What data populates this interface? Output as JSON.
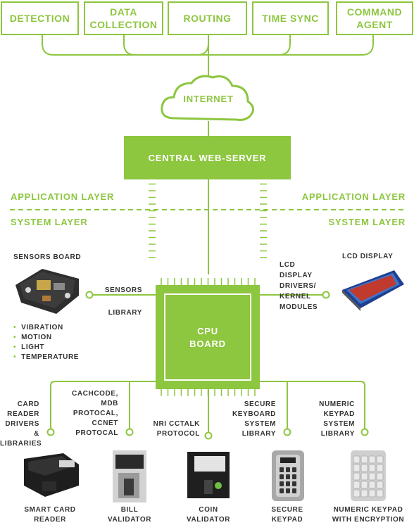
{
  "top_boxes": [
    "DETECTION",
    "DATA COLLECTION",
    "ROUTING",
    "TIME SYNC",
    "COMMAND AGENT"
  ],
  "cloud_label": "INTERNET",
  "server_label": "CENTRAL WEB-SERVER",
  "layers": {
    "application_left": "APPLICATION LAYER",
    "application_right": "APPLICATION LAYER",
    "system_left": "SYSTEM LAYER",
    "system_right": "SYSTEM LAYER"
  },
  "cpu_label": "CPU BOARD",
  "sensors_board": {
    "title": "SENSORS BOARD",
    "bullets": [
      "VIBRATION",
      "MOTION",
      "LIGHT",
      "TEMPERATURE"
    ]
  },
  "sensors_library": "SENSORS LIBRARY",
  "lcd": {
    "title": "LCD DISPLAY",
    "drivers_label": "LCD DISPLAY DRIVERS/ KERNEL MODULES"
  },
  "bottom_labels": [
    "CARD READER DRIVERS & LIBRARIES",
    "CACHCODE, MDB PROTOCAL, CCNET PROTOCAL",
    "NRI CCTALK PROTOCOL",
    "SECURE KEYBOARD SYSTEM LIBRARY",
    "NUMERIC KEYPAD SYSTEM LIBRARY"
  ],
  "devices": [
    "SMART CARD READER",
    "BILL VALIDATOR",
    "COIN VALIDATOR",
    "SECURE KEYPAD",
    "NUMERIC KEYPAD WITH ENCRYPTION"
  ],
  "colors": {
    "accent": "#8dc63f",
    "text": "#333333"
  }
}
